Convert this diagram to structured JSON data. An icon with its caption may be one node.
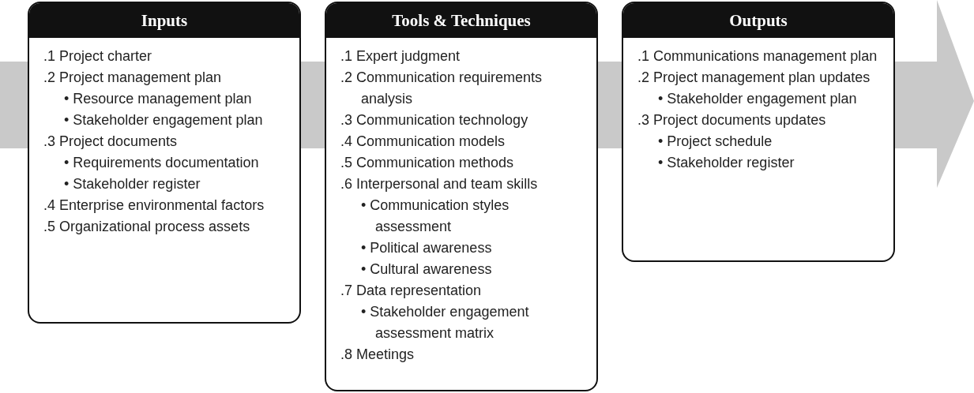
{
  "diagram": {
    "nodes": [
      {
        "text": [
          "Inputs",
          ".1 Project charter",
          ".2 Project management plan",
          "• Resource management plan",
          "• Stakeholder engagement plan",
          ".3 Project documents",
          "• Requirements documentation",
          "• Stakeholder register",
          ".4 Enterprise environmental factors",
          ".5 Organizational process assets"
        ]
      },
      {
        "text": [
          "Tools & Techniques",
          ".1 Expert judgment",
          ".2 Communication requirements analysis",
          ".3 Communication technology",
          ".4 Communication models",
          ".5 Communication methods",
          ".6 Interpersonal and team skills",
          "• Communication styles assessment",
          "• Political awareness",
          "• Cultural awareness",
          ".7 Data representation",
          "• Stakeholder engagement assessment matrix",
          ".8 Meetings"
        ]
      },
      {
        "text": [
          "Outputs",
          ".1 Communications management plan",
          ".2 Project management plan updates",
          "• Stakeholder engagement plan",
          ".3 Project documents updates",
          "• Project schedule",
          "• Stakeholder register"
        ]
      }
    ],
    "edges": []
  }
}
